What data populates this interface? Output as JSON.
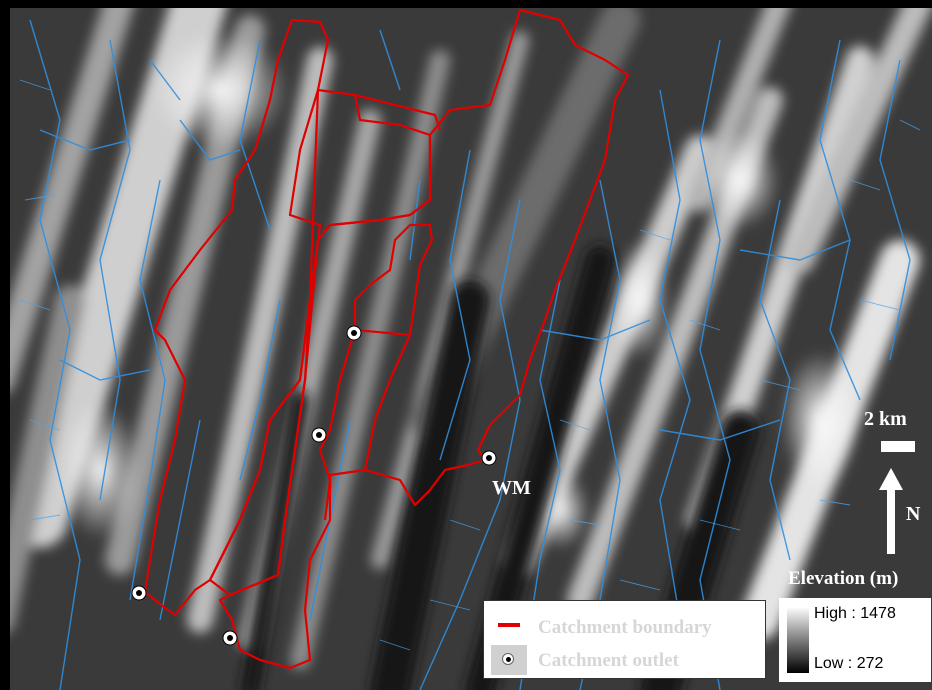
{
  "map": {
    "outlet_label": "WM",
    "scale_label": "2 km",
    "north_label": "N",
    "boundary_color": "#e00000",
    "stream_color": "#2f8fe0"
  },
  "legend": {
    "boundary_label": "Catchment boundary",
    "outlet_label": "Catchment outlet"
  },
  "elevation": {
    "title": "Elevation (m)",
    "high_label": "High : 1478",
    "low_label": "Low : 272"
  }
}
